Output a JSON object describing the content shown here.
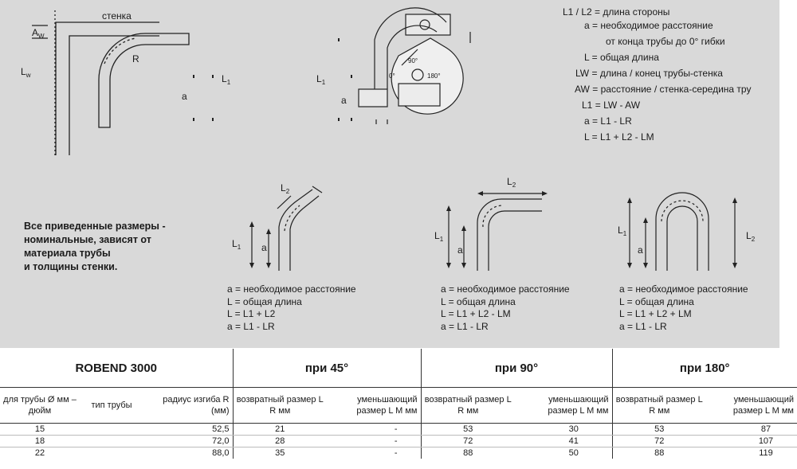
{
  "diagram_labels": {
    "wall": "стенка",
    "aw": "A",
    "aw_sub": "W",
    "lw": "L",
    "lw_sub": "w",
    "r": "R",
    "a": "a",
    "l1": "L",
    "l1_sub": "1",
    "l2": "L",
    "l2_sub": "2",
    "deg0": "0°",
    "deg90": "90°",
    "deg180": "180°"
  },
  "legend": [
    {
      "term": "L1 / L2",
      "eq": "=",
      "text": "длина стороны"
    },
    {
      "term": "a",
      "eq": "=",
      "text": "необходимое расстояние"
    },
    {
      "term": "",
      "eq": "",
      "text": "от конца трубы до 0° гибки"
    },
    {
      "term": "L",
      "eq": "=",
      "text": "общая длина"
    },
    {
      "term": "LW",
      "eq": "=",
      "text": "длина / конец трубы-стенка"
    },
    {
      "term": "AW",
      "eq": "=",
      "text": "расстояние / стенка-середина тру"
    },
    {
      "term": "L1",
      "eq": "=",
      "text": "LW - AW"
    },
    {
      "term": "a",
      "eq": "=",
      "text": "L1 - LR"
    },
    {
      "term": "L",
      "eq": "=",
      "text": "L1 + L2 - LM"
    }
  ],
  "note": [
    "Все приведенные размеры -",
    "номинальные, зависят от",
    "материала трубы",
    "и толщины стенки."
  ],
  "formulas_45": [
    "a = необходимое расстояние",
    "L = общая длина",
    "L = L1 + L2",
    "a = L1 - LR"
  ],
  "formulas_90": [
    "a = необходимое расстояние",
    "L = общая длина",
    "L = L1 + L2 - LM",
    "a = L1 - LR"
  ],
  "formulas_180": [
    "a = необходимое расстояние",
    "L = общая длина",
    "L = L1 + L2 + LM",
    "a = L1 - LR"
  ],
  "table": {
    "title": "ROBEND 3000",
    "groups": [
      "при 45°",
      "при 90°",
      "при 180°"
    ],
    "cols": [
      "для трубы Ø мм – дюйм",
      "тип трубы",
      "радиус изгиба R (мм)",
      "возвратный размер L R мм",
      "уменьшающий размер L M мм",
      "возвратный размер L R мм",
      "уменьшающий размер L M мм",
      "возвратный размер L R мм",
      "уменьшающий размер L M мм"
    ],
    "rows": [
      [
        "15",
        "",
        "52,5",
        "21",
        "-",
        "53",
        "30",
        "53",
        "87"
      ],
      [
        "18",
        "",
        "72,0",
        "28",
        "-",
        "72",
        "41",
        "72",
        "107"
      ],
      [
        "22",
        "",
        "88,0",
        "35",
        "-",
        "88",
        "50",
        "88",
        "119"
      ]
    ]
  }
}
